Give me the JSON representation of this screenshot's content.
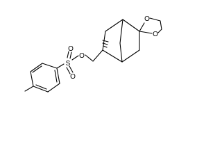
{
  "molecule": {
    "atoms": {
      "O_ring_top": "O",
      "O_ring_right": "O",
      "O_ester": "O",
      "S": "S",
      "O_sulfonyl_top": "O",
      "O_sulfonyl_bottom": "O"
    }
  },
  "colors": {
    "line": "#000000",
    "background": "#ffffff"
  }
}
